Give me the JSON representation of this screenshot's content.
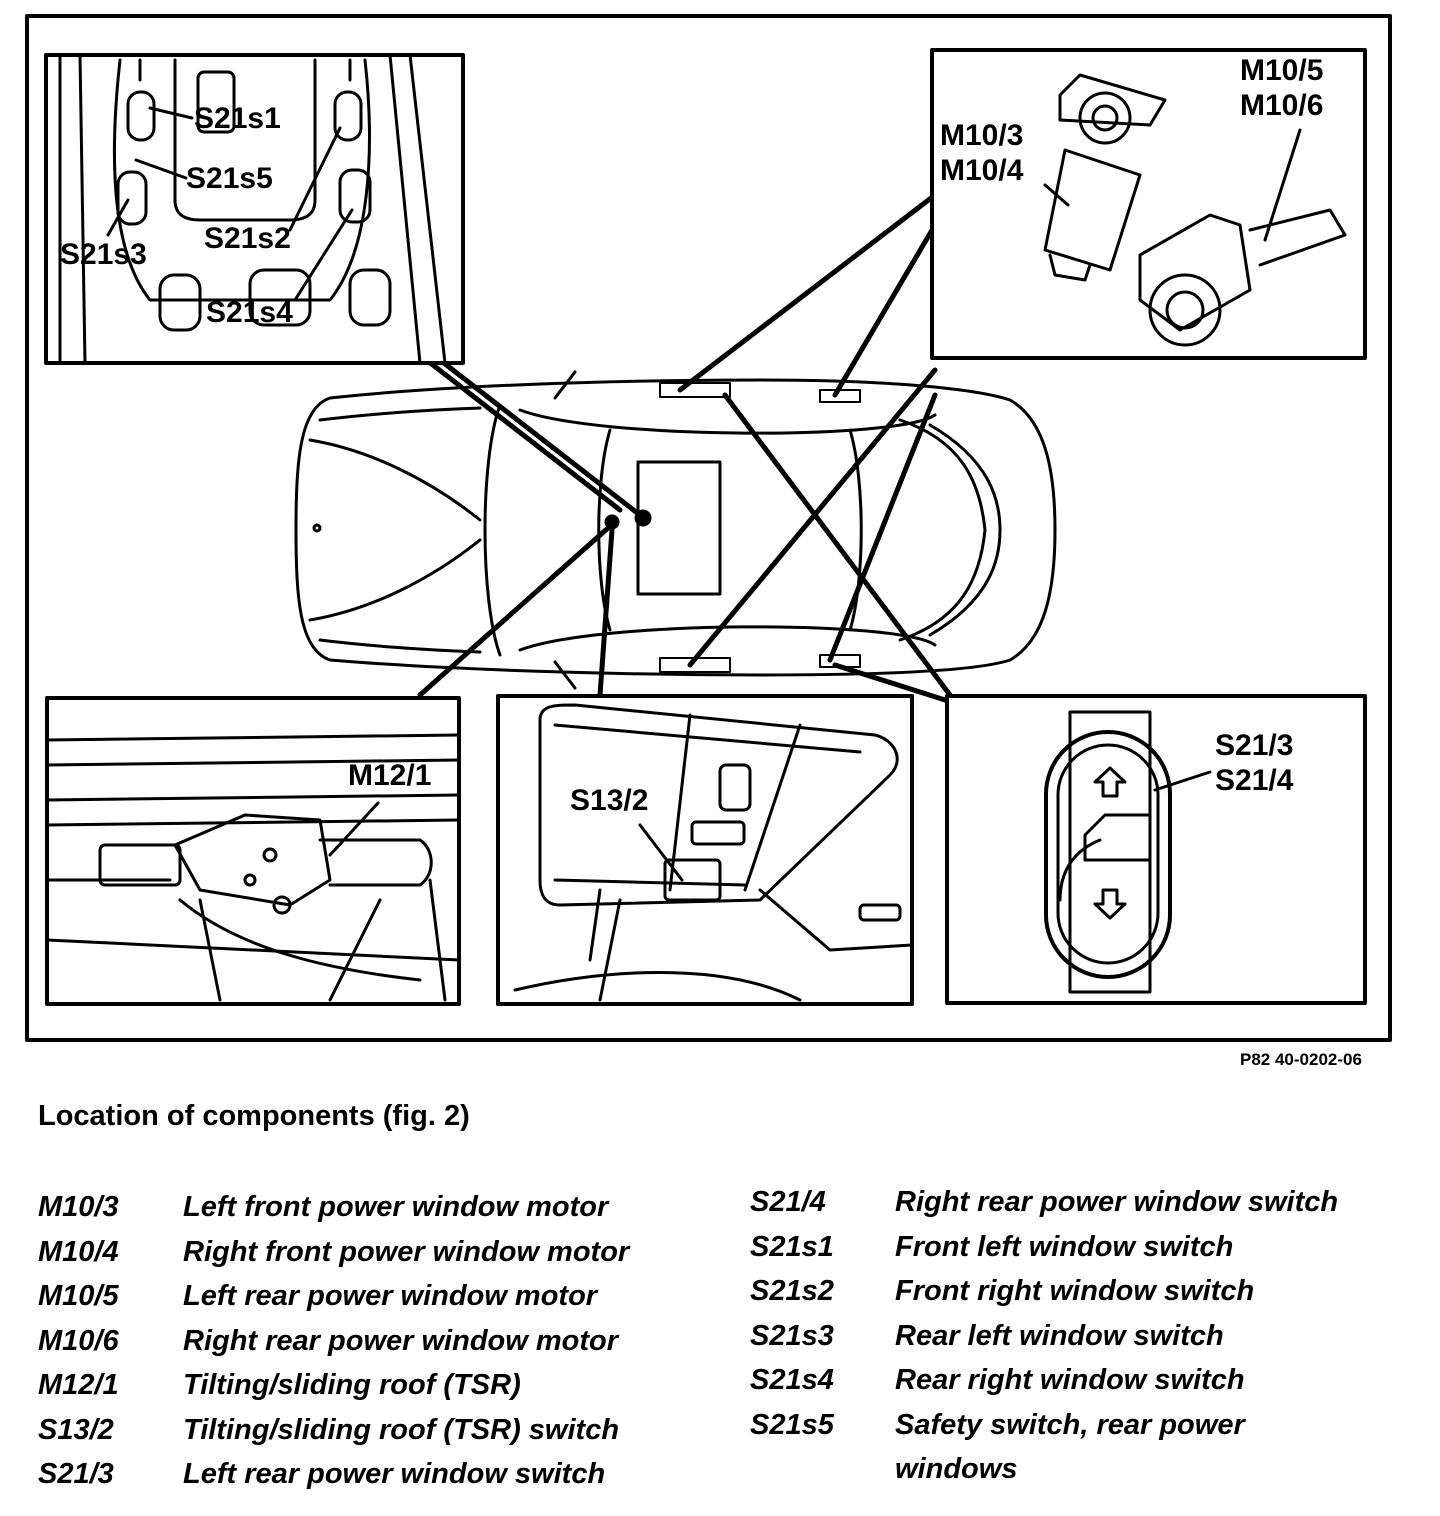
{
  "diagram": {
    "labels": {
      "s21s1": "S21s1",
      "s21s5": "S21s5",
      "s21s2": "S21s2",
      "s21s3": "S21s3",
      "s21s4": "S21s4",
      "m10_3": "M10/3",
      "m10_4": "M10/4",
      "m10_5": "M10/5",
      "m10_6": "M10/6",
      "m12_1": "M12/1",
      "s13_2": "S13/2",
      "s21_3": "S21/3",
      "s21_4": "S21/4"
    },
    "reference": "P82 40-0202-06"
  },
  "caption": "Location of components (fig. 2)",
  "legend_left": [
    {
      "code": "M10/3",
      "desc": "Left front power window motor"
    },
    {
      "code": "M10/4",
      "desc": "Right front power window motor"
    },
    {
      "code": "M10/5",
      "desc": "Left rear power window motor"
    },
    {
      "code": "M10/6",
      "desc": "Right rear power window motor"
    },
    {
      "code": "M12/1",
      "desc": "Tilting/sliding roof (TSR)"
    },
    {
      "code": "S13/2",
      "desc": "Tilting/sliding roof (TSR) switch"
    },
    {
      "code": "S21/3",
      "desc": "Left rear power window switch"
    }
  ],
  "legend_right": [
    {
      "code": "S21/4",
      "desc": "Right rear power window switch"
    },
    {
      "code": "S21s1",
      "desc": "Front left window switch"
    },
    {
      "code": "S21s2",
      "desc": "Front right window switch"
    },
    {
      "code": "S21s3",
      "desc": "Rear left window switch"
    },
    {
      "code": "S21s4",
      "desc": "Rear right window switch"
    },
    {
      "code": "S21s5",
      "desc": "Safety switch, rear power windows"
    }
  ]
}
